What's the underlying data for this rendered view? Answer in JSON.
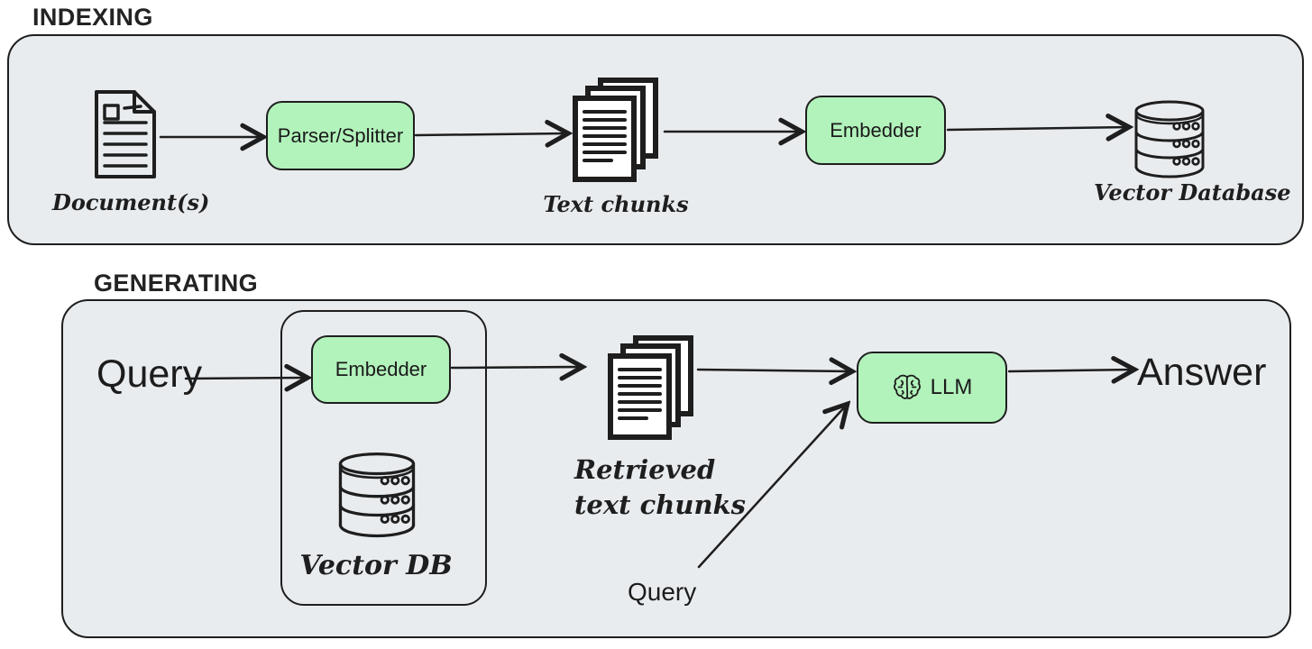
{
  "colors": {
    "panel_background": "#e9ecef",
    "node_green": "#b2f2bb",
    "stroke_dark": "#1e1e1e"
  },
  "sections": {
    "indexing": {
      "title": "INDEXING",
      "document_label": "Document(s)",
      "parser_label": "Parser/Splitter",
      "chunks_label": "Text chunks",
      "embedder_label": "Embedder",
      "vector_db_label": "Vector Database"
    },
    "generating": {
      "title": "GENERATING",
      "query_label": "Query",
      "retriever": {
        "embedder_label": "Embedder",
        "vector_db_label": "Vector DB"
      },
      "retrieved_chunks_line1": "Retrieved",
      "retrieved_chunks_line2": "text chunks",
      "query_context_label": "Query",
      "llm_label": "LLM",
      "answer_label": "Answer"
    }
  },
  "icons": [
    "document-icon",
    "pages-icon",
    "database-icon",
    "brain-icon"
  ],
  "connections": [
    {
      "from": "documents",
      "to": "parser-splitter"
    },
    {
      "from": "parser-splitter",
      "to": "text-chunks"
    },
    {
      "from": "text-chunks",
      "to": "embedder"
    },
    {
      "from": "embedder",
      "to": "vector-database"
    },
    {
      "from": "query",
      "to": "retriever-embedder"
    },
    {
      "from": "retriever-embedder",
      "to": "retrieved-text-chunks"
    },
    {
      "from": "retrieved-text-chunks",
      "to": "llm"
    },
    {
      "from": "query-context",
      "to": "llm"
    },
    {
      "from": "llm",
      "to": "answer"
    }
  ]
}
